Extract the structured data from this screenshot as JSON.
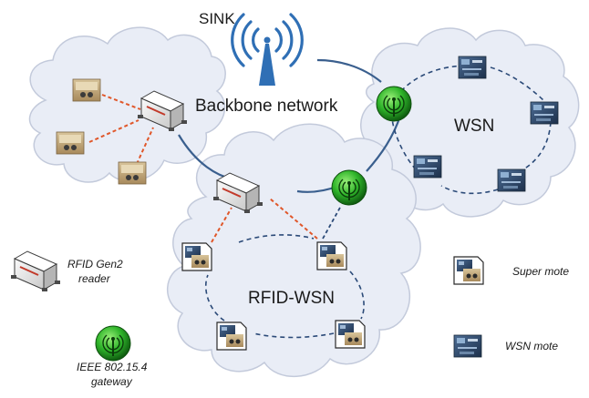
{
  "labels": {
    "sink": "SINK",
    "backbone": "Backbone network",
    "wsn": "WSN",
    "rfid_wsn": "RFID-WSN"
  },
  "legend": {
    "reader_line1": "RFID Gen2",
    "reader_line2": "reader",
    "gateway_line1": "IEEE 802.15.4",
    "gateway_line2": "gateway",
    "super_mote": "Super mote",
    "wsn_mote": "WSN mote"
  },
  "colors": {
    "cloud_fill": "#e9edf6",
    "cloud_stroke": "#c3cadb",
    "backbone": "#3a5f8e",
    "gateway": "#1e8f1e",
    "rfid_link": "#e0572a",
    "wsn_link": "#2b4a78",
    "antenna": "#2f6fb5"
  }
}
